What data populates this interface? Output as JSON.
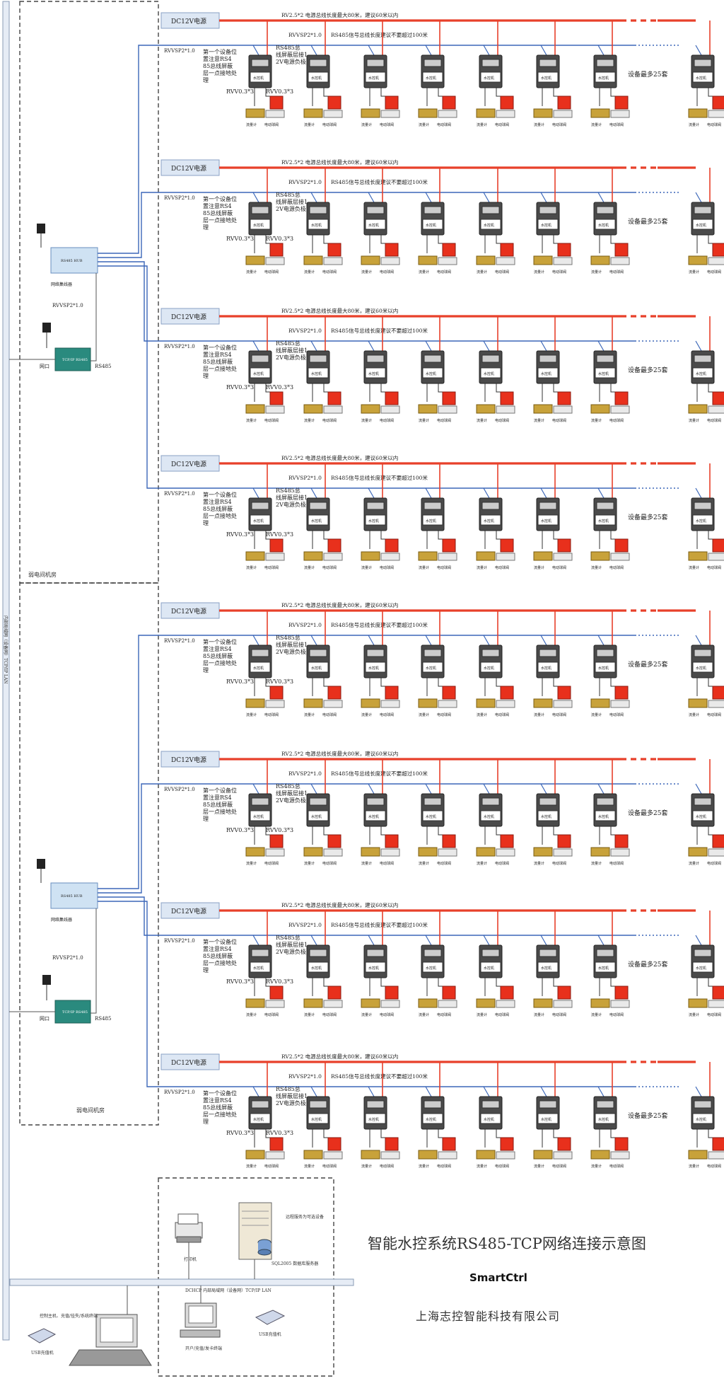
{
  "diagram": {
    "title": "智能水控系统RS485-TCP网络连接示意图",
    "brand": "SmartCtrl",
    "company": "上海志控智能科技有限公司",
    "lan_label": "内部局域网（设备网）TCP/IP LAN",
    "room_label": "弱电间机房",
    "group": {
      "psu_label": "DC12V电源",
      "power_note": "RV2.5*2 电源总线长度最大80米，建议60米以内",
      "rs485_cable": "RVVSP2*1.0",
      "rs485_note": "RS485信号总线长度建议不要超过100米",
      "first_device_note": "第一个设备位置注意RS485总线屏蔽层一点接地处理",
      "shield_note": "RS485总线屏蔽层接12V电源负极",
      "wire_a": "RVV0.3*3",
      "wire_b": "RVV0.3*3",
      "controller_label": "水控机",
      "flowmeter_label": "流量计",
      "valve_label": "电动球阀",
      "max_devices": "设备最多25套"
    },
    "hub": {
      "hub_label": "网络集线器",
      "hub_box_text": "RS485 HUB",
      "converter_text": "TCP/IP RS485",
      "lan_port": "网口",
      "rs485_port": "RS485",
      "cable": "RVVSP2*1.0"
    },
    "bottom": {
      "printer": "打印机",
      "server_note": "远程服务为可选设备",
      "db_server": "SQL2005 数据库服务器",
      "dhcp_label": "DCHCP 内部局域网（设备网）TCP/IP LAN",
      "client_pc": "开户/充值/发卡终端",
      "mgmt_pc": "控制主机、充值/挂失/系统终端",
      "usb_a": "USB充值机",
      "usb_b": "USB充值机"
    },
    "colors": {
      "power": "#e8402a",
      "signal": "#3b66b8",
      "device": "#4a4a4a",
      "valve": "#e8301c",
      "brass": "#c8a23a",
      "psu_fill": "#dde7f4",
      "hub_fill": "#2a8a7e"
    }
  }
}
